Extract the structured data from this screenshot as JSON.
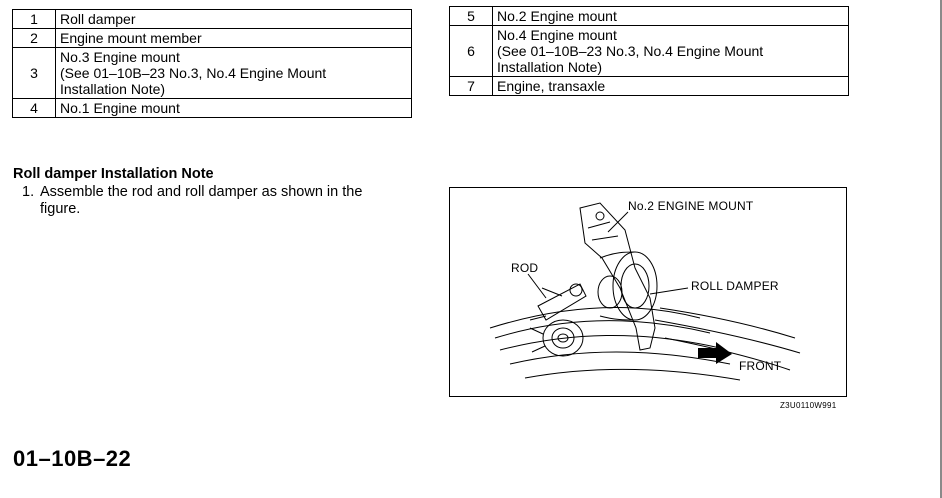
{
  "left_table": [
    {
      "no": "1",
      "text": "Roll damper"
    },
    {
      "no": "2",
      "text": "Engine mount member"
    },
    {
      "no": "3",
      "lines": [
        "No.3 Engine mount",
        "(See 01–10B–23 No.3, No.4 Engine Mount",
        "Installation Note)"
      ]
    },
    {
      "no": "4",
      "text": "No.1 Engine mount"
    }
  ],
  "right_table": [
    {
      "no": "5",
      "text": "No.2 Engine mount"
    },
    {
      "no": "6",
      "lines": [
        "No.4 Engine mount",
        "(See 01–10B–23 No.3, No.4 Engine Mount",
        "Installation Note)"
      ]
    },
    {
      "no": "7",
      "text": "Engine, transaxle"
    }
  ],
  "section": {
    "title": "Roll damper Installation Note",
    "step_number": "1.",
    "step_text": "Assemble the rod and roll damper as shown in the figure."
  },
  "figure": {
    "label_mount": "No.2 ENGINE MOUNT",
    "label_rod": "ROD",
    "label_damper": "ROLL DAMPER",
    "label_front": "FRONT",
    "code": "Z3U0110W991"
  },
  "footer": {
    "page_number": "01–10B–22"
  }
}
